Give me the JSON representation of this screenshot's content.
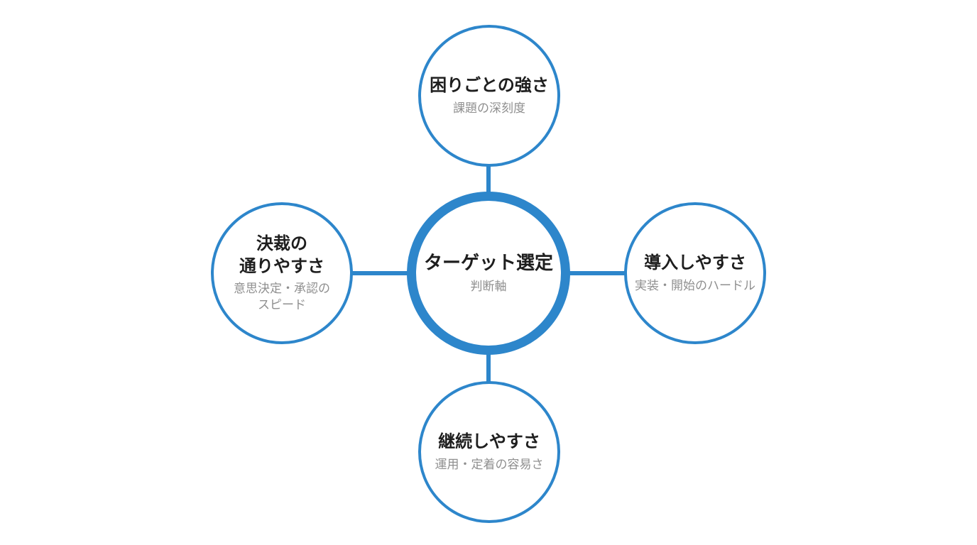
{
  "diagram": {
    "type": "hub-and-spoke",
    "hub": {
      "title": "ターゲット選定",
      "subtitle": "判断軸"
    },
    "nodes": {
      "top": {
        "title": "困りごとの強さ",
        "subtitle": "課題の深刻度"
      },
      "left": {
        "title": "決裁の\n通りやすさ",
        "subtitle": "意思決定・承認の\nスピード"
      },
      "right": {
        "title": "導入しやすさ",
        "subtitle": "実装・開始のハードル"
      },
      "bottom": {
        "title": "継続しやすさ",
        "subtitle": "運用・定着の容易さ"
      }
    },
    "colors": {
      "accent": "#2D86CB",
      "title_text": "#1E1E1E",
      "subtitle_text": "#8F8F8F",
      "background": "#FFFFFF"
    }
  }
}
